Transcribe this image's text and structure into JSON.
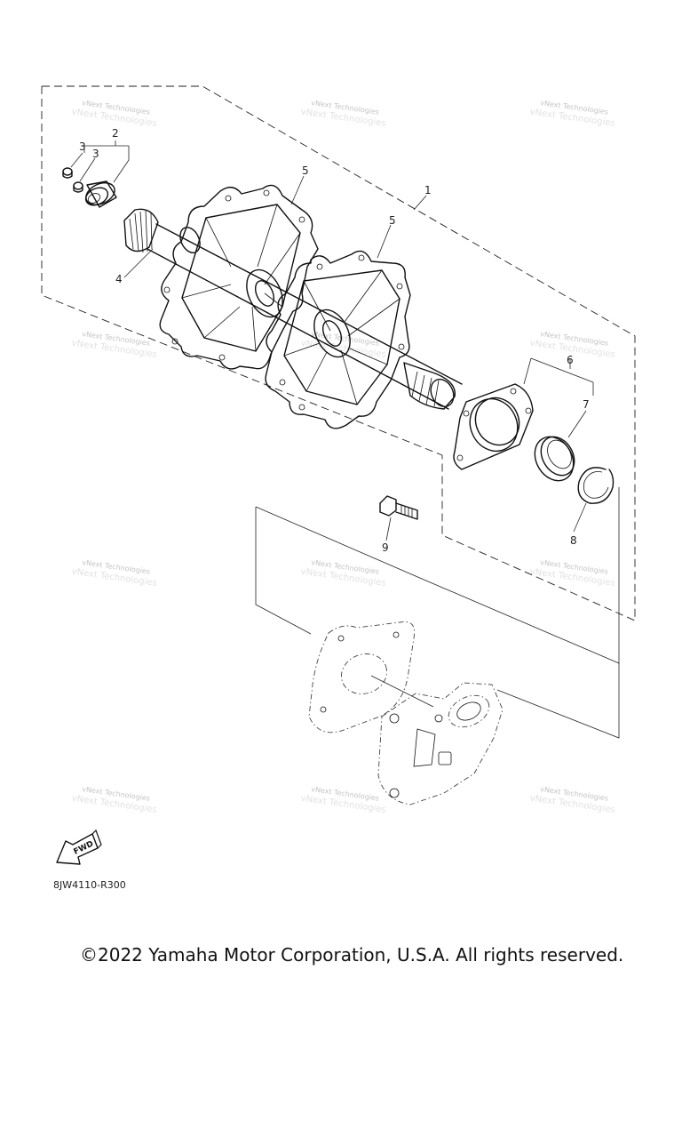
{
  "diagram": {
    "callouts": [
      "1",
      "2",
      "3",
      "3",
      "4",
      "5",
      "5",
      "6",
      "7",
      "8",
      "9"
    ],
    "watermark_text": "vNext Technologies",
    "fwd_label": "FWD",
    "diagram_code": "8JW4110-R300"
  },
  "footer": {
    "copyright": "©2022 Yamaha Motor Corporation, U.S.A. All rights reserved."
  }
}
